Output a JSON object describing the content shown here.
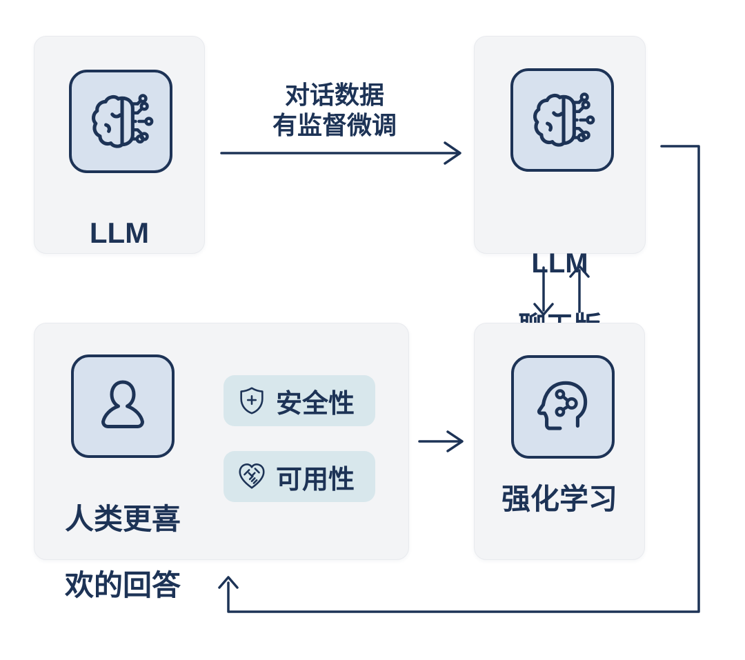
{
  "colors": {
    "navy": "#1d3356",
    "page_bg": "#ffffff",
    "card_bg": "#f3f4f6",
    "card_border": "#e8eaee",
    "tile_bg": "#d7e1ee",
    "badge_bg": "#d8e7ec"
  },
  "nodes": {
    "llm": {
      "label": "LLM",
      "icon": "brain-circuit-icon"
    },
    "llm_chat": {
      "label_line1": "LLM",
      "label_line2": "聊天版",
      "icon": "brain-circuit-icon"
    },
    "rl": {
      "label": "强化学习",
      "icon": "head-network-icon"
    },
    "human": {
      "label_line1": "人类更喜",
      "label_line2": "欢的回答",
      "icon": "person-icon",
      "badges": [
        {
          "label": "安全性",
          "icon": "shield-plus-icon"
        },
        {
          "label": "可用性",
          "icon": "handshake-heart-icon"
        }
      ]
    }
  },
  "edges": {
    "sft": {
      "label_line1": "对话数据",
      "label_line2": "有监督微调"
    },
    "chat_to_rl": {
      "type": "arrow-down"
    },
    "rl_to_chat": {
      "type": "arrow-up"
    },
    "human_to_rl": {
      "type": "arrow-right"
    },
    "feedback_loop": {
      "type": "elbow-arrow"
    }
  }
}
